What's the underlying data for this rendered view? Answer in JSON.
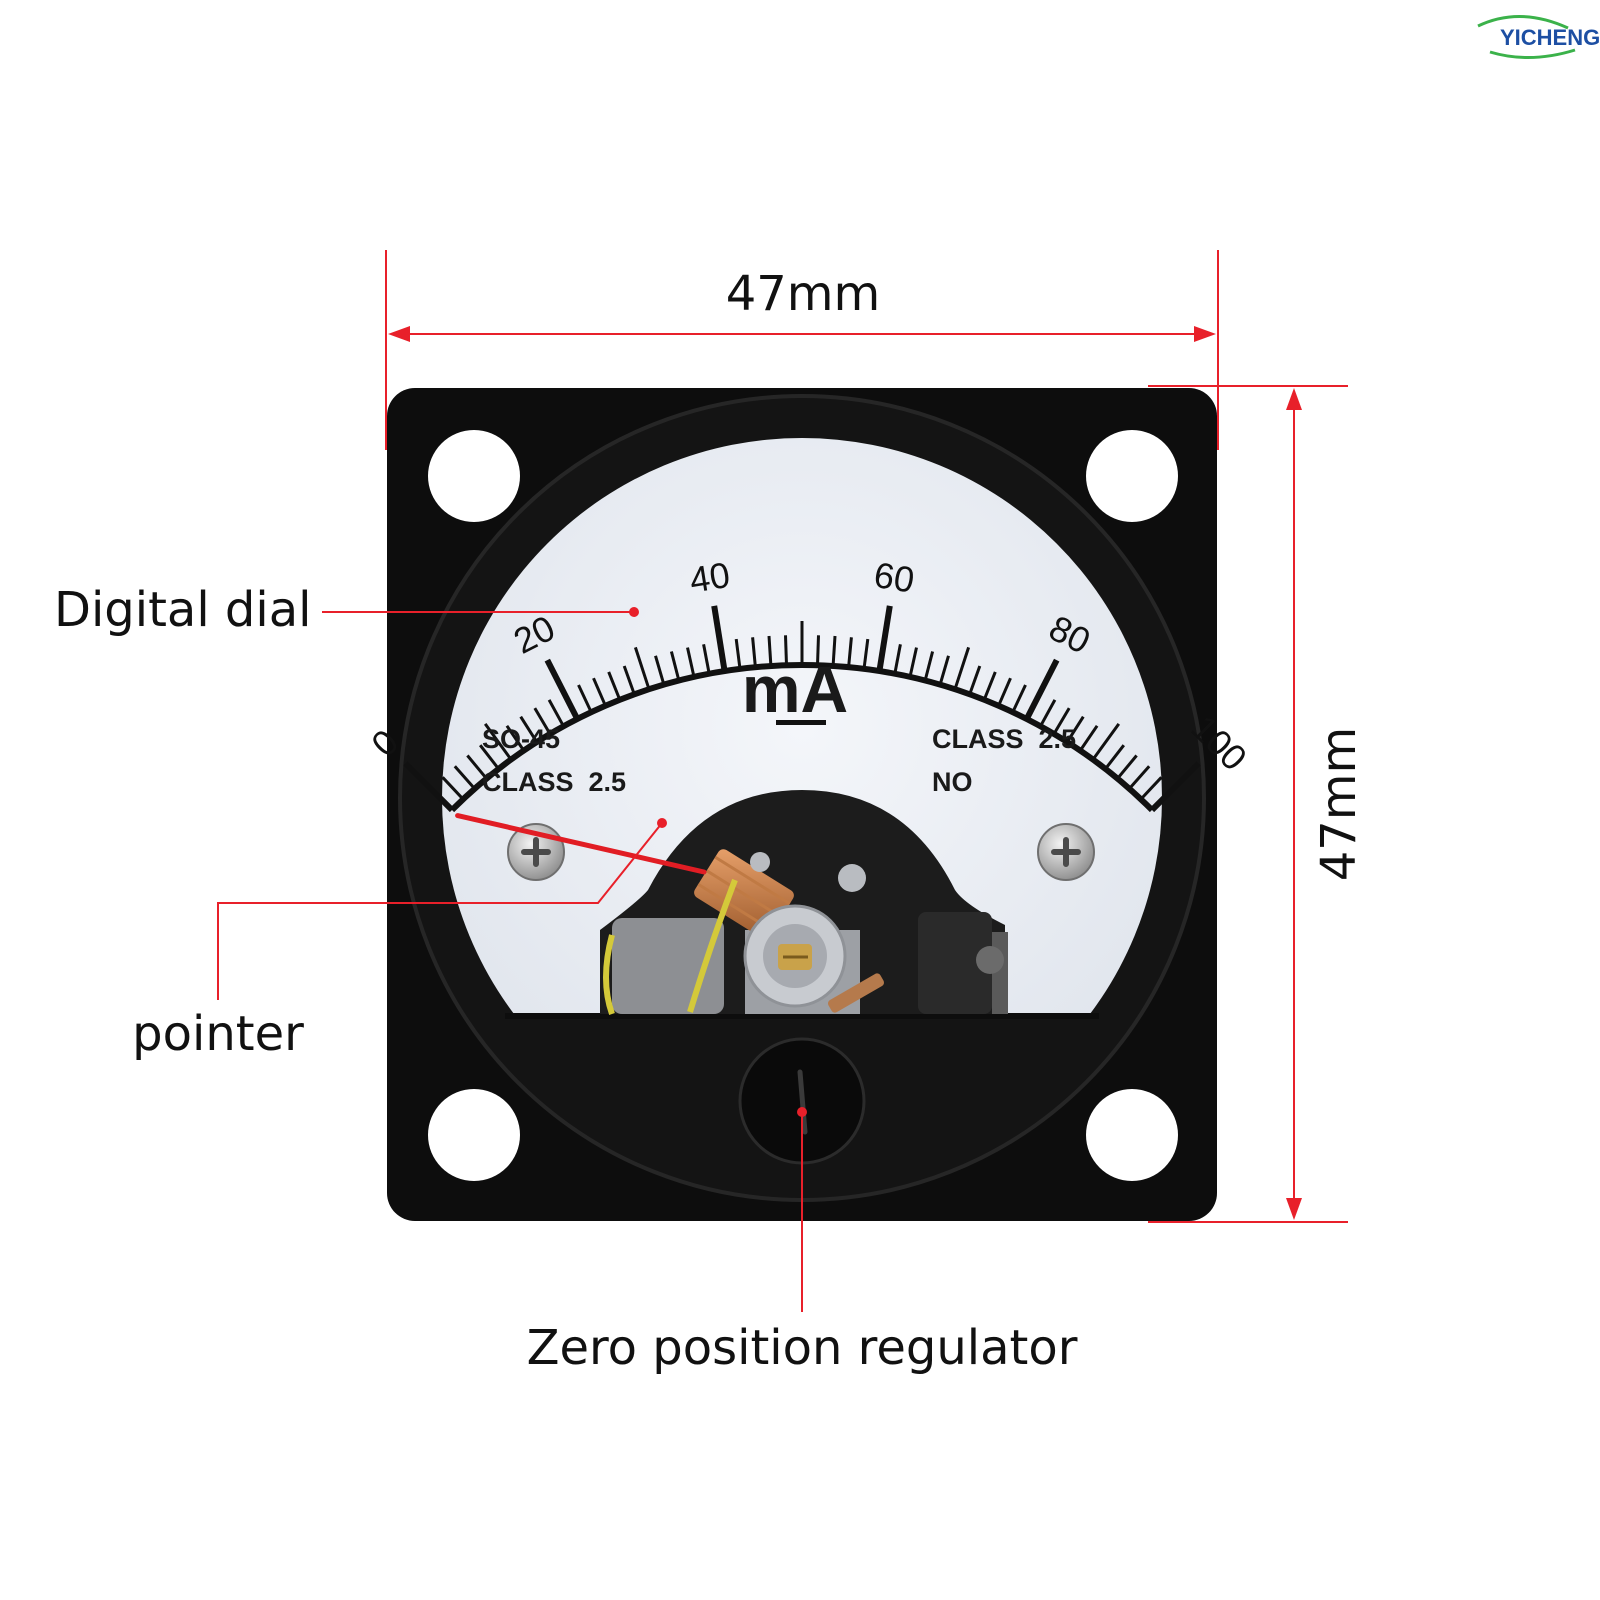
{
  "brand": {
    "logo_text": "YICHENG"
  },
  "dimensions": {
    "width_label": "47mm",
    "height_label": "47mm"
  },
  "callouts": {
    "dial": "Digital dial",
    "pointer": "pointer",
    "zero": "Zero position regulator"
  },
  "meter": {
    "scale_labels": [
      "0",
      "20",
      "40",
      "60",
      "80",
      "100"
    ],
    "unit": "mA",
    "left_info": [
      "SO-45",
      "CLASS  2.5"
    ],
    "right_info": [
      "CLASS  2.5",
      "NO"
    ],
    "pointer_reading": 0
  },
  "colors": {
    "accent_red": "#e8202a",
    "bezel": "#0d0d0d",
    "face": "#e9edf3",
    "pointer": "#e11d24",
    "logo_blue": "#1d4fa3",
    "logo_green": "#3bb24a"
  }
}
